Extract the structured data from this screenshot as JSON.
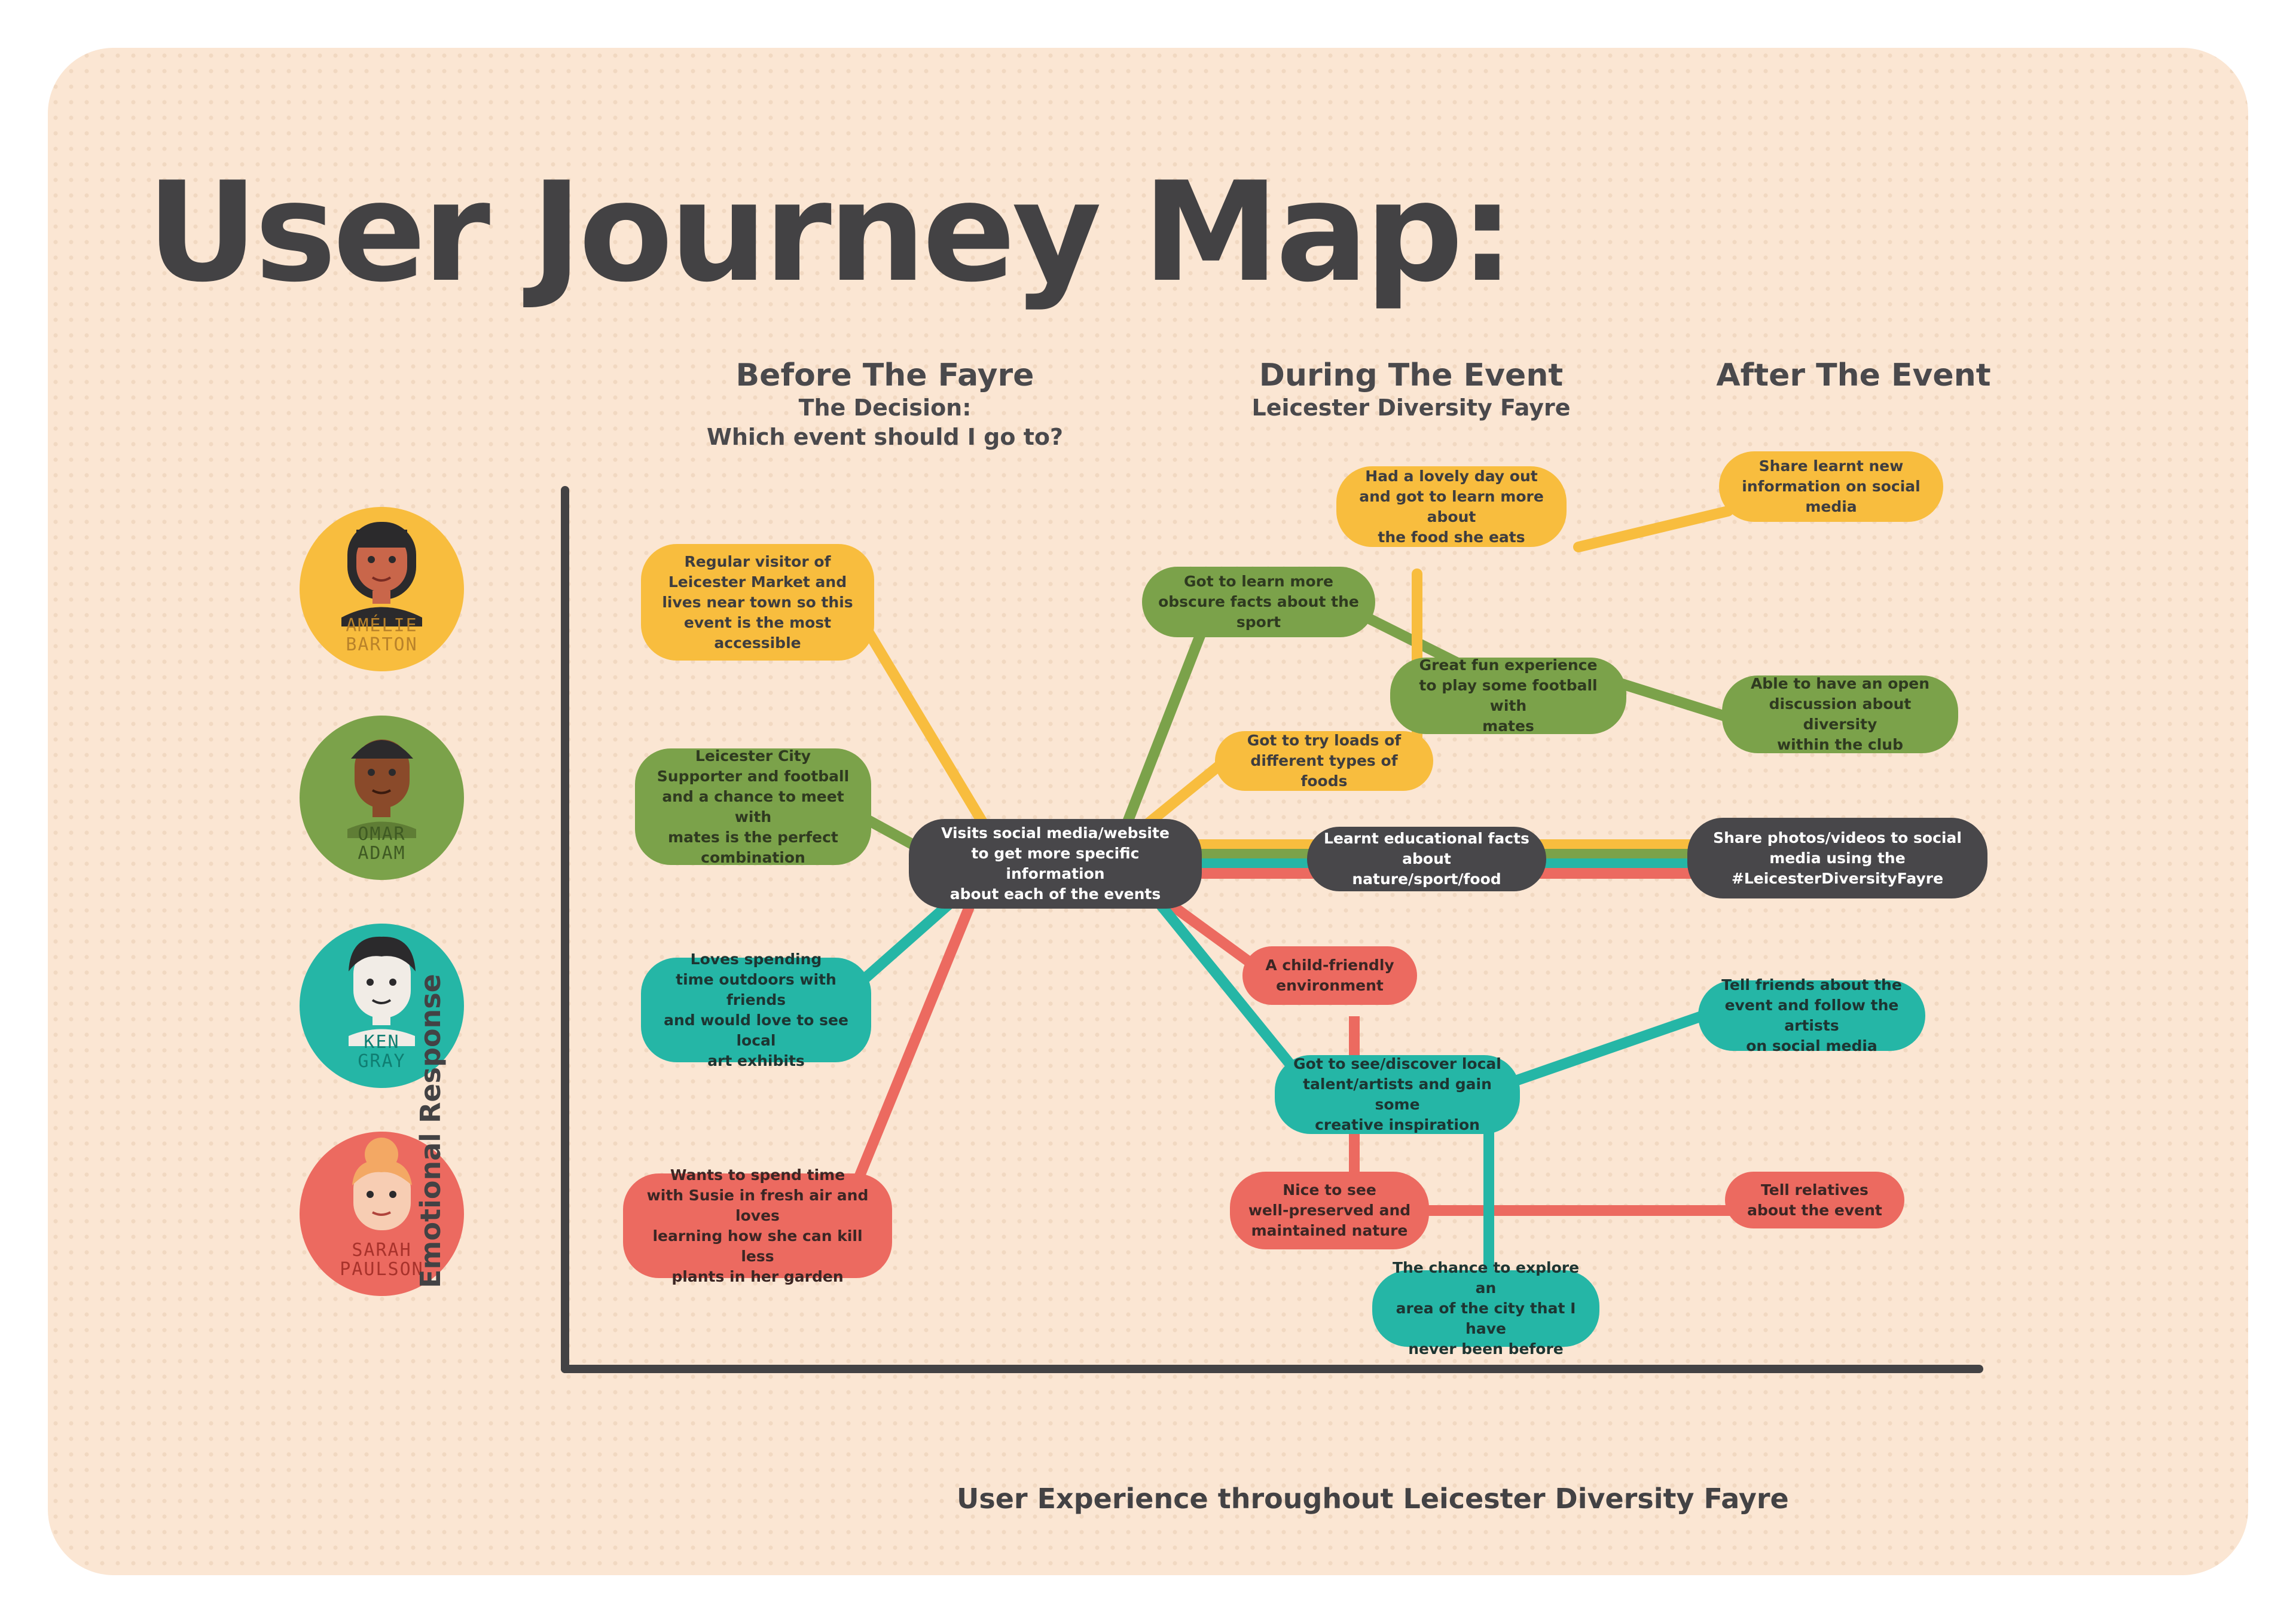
{
  "title": "User Journey Map:",
  "phases": {
    "before": {
      "heading": "Before The Fayre",
      "sub1": "The Decision:",
      "sub2": "Which event should I go to?"
    },
    "during": {
      "heading": "During The Event",
      "sub1": "Leicester Diversity Fayre"
    },
    "after": {
      "heading": "After The Event"
    }
  },
  "axes": {
    "y_label": "Emotional Response",
    "x_label": "User Experience throughout Leicester Diversity Fayre"
  },
  "colors": {
    "amelie": "#f8bd3e",
    "omar": "#7ba24a",
    "ken": "#25b6a6",
    "sarah": "#ec6a60",
    "shared": "#48474a"
  },
  "personas": [
    {
      "name_line1": "AMÉLIE",
      "name_line2": "BARTON",
      "icon": "amelie-portrait-icon"
    },
    {
      "name_line1": "OMAR",
      "name_line2": "ADAM",
      "icon": "omar-portrait-icon"
    },
    {
      "name_line1": "KEN",
      "name_line2": "GRAY",
      "icon": "ken-portrait-icon"
    },
    {
      "name_line1": "SARAH",
      "name_line2": "PAULSON",
      "icon": "sarah-portrait-icon"
    }
  ],
  "nodes": {
    "regular_visitor": [
      "Regular visitor of",
      "Leicester Market and",
      "lives near town so this",
      "event is the most",
      "accessible"
    ],
    "city_supporter": [
      "Leicester City",
      "Supporter and football",
      "and a chance to meet with",
      "mates is the perfect",
      "combination"
    ],
    "loves_outdoors": [
      "Loves spending",
      "time outdoors with friends",
      "and would love to see local",
      "art exhibits"
    ],
    "spend_time_susie": [
      "Wants to spend time",
      "with Susie in fresh air and loves",
      "learning how she can kill less",
      "plants in her garden"
    ],
    "visits_social": [
      "Visits social media/website",
      "to get more specific information",
      "about each of the events"
    ],
    "obscure_facts": [
      "Got to learn more",
      "obscure facts about the",
      "sport"
    ],
    "lovely_day": [
      "Had a lovely day out",
      "and got to learn more about",
      "the food she eats"
    ],
    "great_fun": [
      "Great fun experience",
      "to play some football with",
      "mates"
    ],
    "try_foods": [
      "Got to try loads of",
      "different types of foods"
    ],
    "educational_facts": [
      "Learnt educational facts about",
      "nature/sport/food"
    ],
    "child_friendly": [
      "A child-friendly",
      "environment"
    ],
    "see_talent": [
      "Got to see/discover local",
      "talent/artists and gain some",
      "creative inspiration"
    ],
    "preserved_nature": [
      "Nice to see",
      "well-preserved and",
      "maintained nature"
    ],
    "explore_city": [
      "The chance to explore an",
      "area of the city that I have",
      "never been before"
    ],
    "share_new_info": [
      "Share learnt new",
      "information on social",
      "media"
    ],
    "open_discussion": [
      "Able to have an open",
      "discussion about diversity",
      "within the club"
    ],
    "share_photos": [
      "Share photos/videos to social",
      "media using the",
      "#LeicesterDiversityFayre"
    ],
    "tell_friends": [
      "Tell friends about the",
      "event and follow the artists",
      "on social media"
    ],
    "tell_relatives": [
      "Tell relatives",
      "about the event"
    ]
  }
}
